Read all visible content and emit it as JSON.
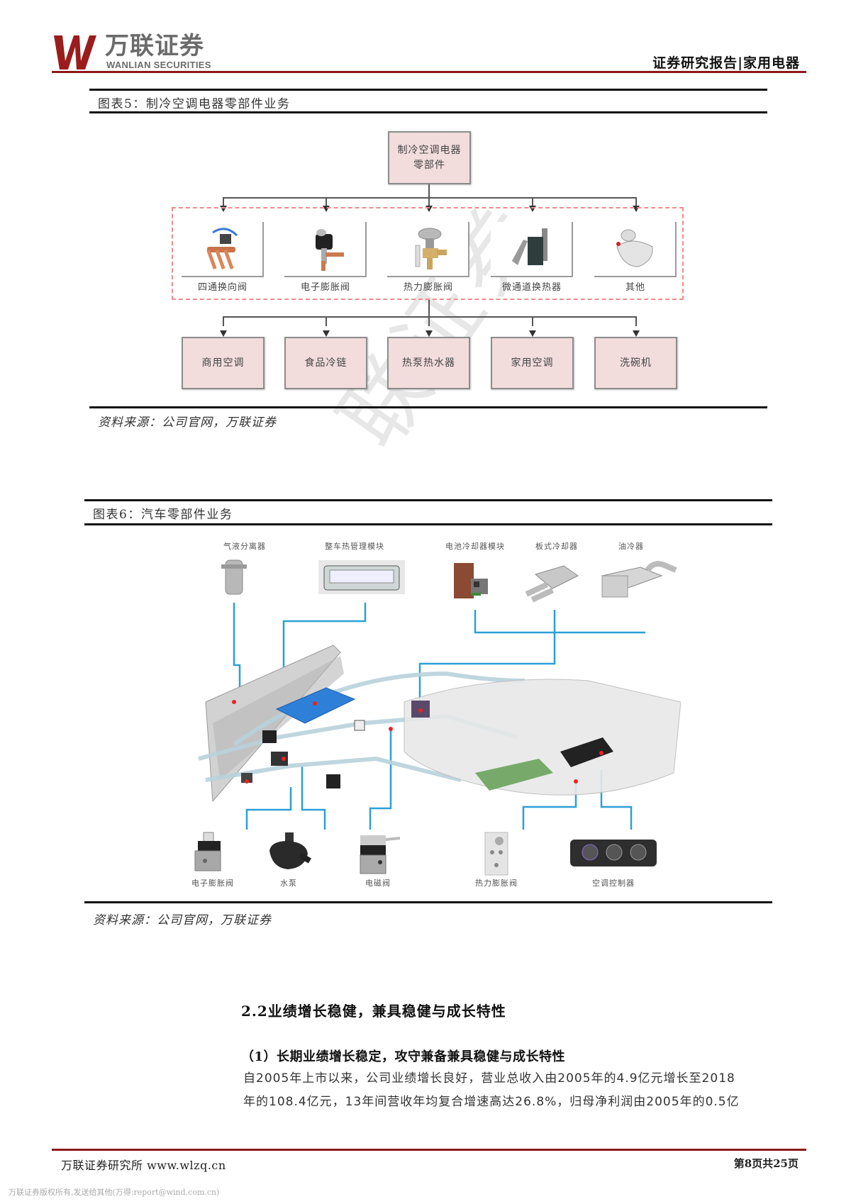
{
  "header": {
    "logo_cn": "万联证券",
    "logo_en": "WANLIAN SECURITIES",
    "report_type": "证券研究报告|家用电器",
    "brand_color": "#8b1a1a"
  },
  "figure5": {
    "title": "图表5：制冷空调电器零部件业务",
    "root_line1": "制冷空调电器",
    "root_line2": "零部件",
    "parts": [
      {
        "label": "四通换向阀",
        "icon": "four-way-valve-icon"
      },
      {
        "label": "电子膨胀阀",
        "icon": "electronic-expansion-valve-icon"
      },
      {
        "label": "热力膨胀阀",
        "icon": "thermal-expansion-valve-icon"
      },
      {
        "label": "微通道换热器",
        "icon": "microchannel-heat-exchanger-icon"
      },
      {
        "label": "其他",
        "icon": "other-parts-icon"
      }
    ],
    "applications": [
      "商用空调",
      "食品冷链",
      "热泵热水器",
      "家用空调",
      "洗碗机"
    ],
    "source": "资料来源：公司官网，万联证券"
  },
  "figure6": {
    "title": "图表6：汽车零部件业务",
    "top_parts": [
      "气液分离器",
      "整车热管理模块",
      "电池冷却器模块",
      "板式冷却器",
      "油冷器"
    ],
    "bottom_parts": [
      "电子膨胀阀",
      "水泵",
      "电磁阀",
      "热力膨胀阀",
      "空调控制器"
    ],
    "source": "资料来源：公司官网，万联证券"
  },
  "section": {
    "heading": "2.2业绩增长稳健，兼具稳健与成长特性",
    "subheading": "（1）长期业绩增长稳定，攻守兼备兼具稳健与成长特性",
    "para_line1": "自2005年上市以来，公司业绩增长良好，营业总收入由2005年的4.9亿元增长至2018",
    "para_line2": "年的108.4亿元，13年间营收年均复合增速高达26.8%，归母净利润由2005年的0.5亿"
  },
  "footer": {
    "left": "万联证券研究所 www.wlzq.cn",
    "page": "第8页共25页",
    "copyright": "万联证券版权所有,发送给其他(万得:report@wind.com.cn)"
  },
  "watermark": "联证券"
}
